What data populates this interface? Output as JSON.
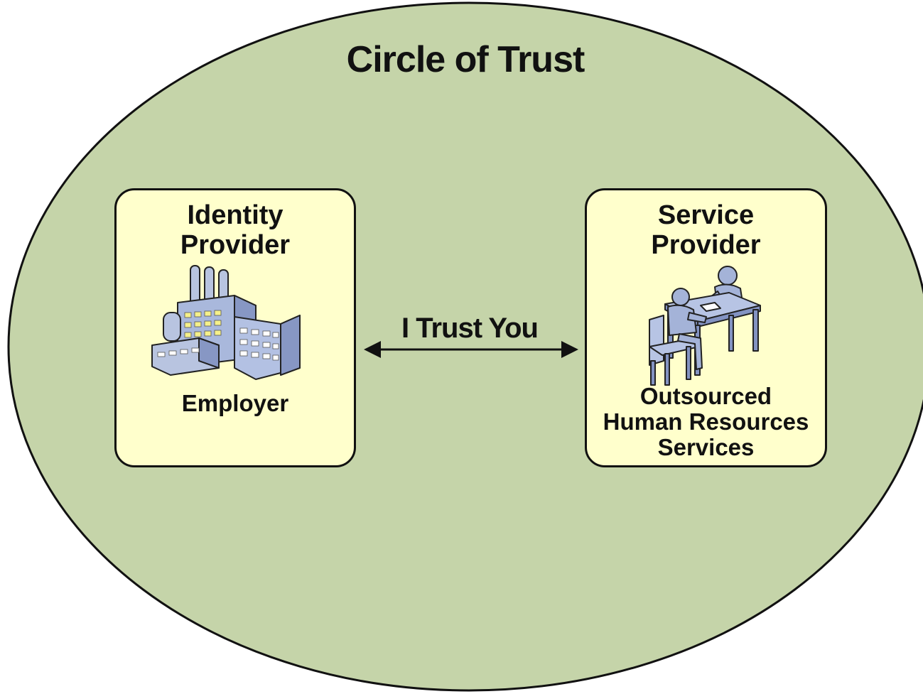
{
  "diagram": {
    "title": "Circle of Trust",
    "identity_provider": {
      "title": "Identity\nProvider",
      "label": "Employer",
      "icon": "factory-icon"
    },
    "service_provider": {
      "title": "Service\nProvider",
      "label": "Outsourced\nHuman Resources\nServices",
      "icon": "meeting-people-icon"
    },
    "connection": {
      "label": "I Trust You",
      "direction": "bidirectional"
    },
    "colors": {
      "circle_fill": "#c5d4a9",
      "box_fill": "#ffffcc",
      "outline": "#111111",
      "icon_fill": "#9fb0d4"
    }
  }
}
